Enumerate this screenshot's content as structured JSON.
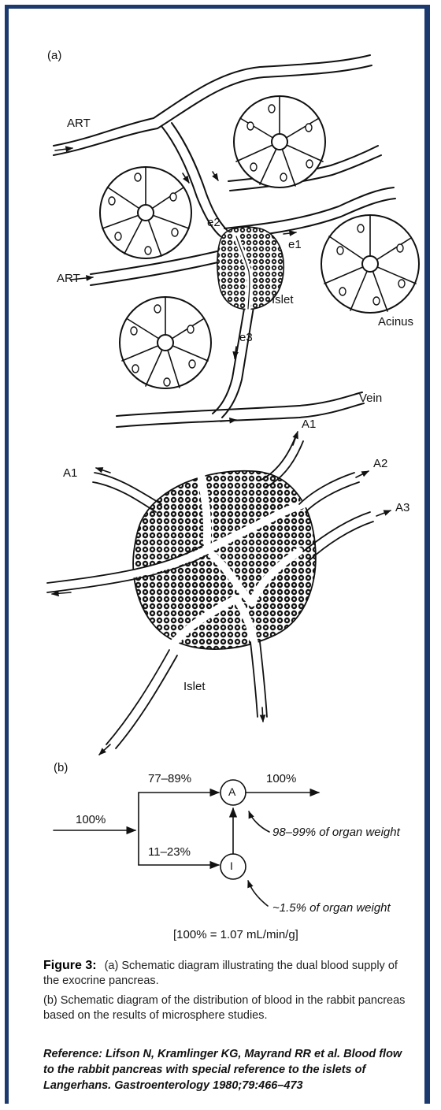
{
  "panel_a": {
    "label": "(a)",
    "upper": {
      "art_top": "ART",
      "art_mid": "ART",
      "e1": "e1",
      "e2": "e2",
      "e3": "e3",
      "islet": "Islet",
      "acinus": "Acinus",
      "vein": "Vein"
    },
    "lower": {
      "a1_left": "A1",
      "a1_top": "A1",
      "a2": "A2",
      "a3": "A3",
      "islet": "Islet"
    }
  },
  "panel_b": {
    "label": "(b)",
    "input": "100%",
    "top_branch": "77–89%",
    "bottom_branch": "11–23%",
    "node_a": "A",
    "node_i": "I",
    "output": "100%",
    "note_a": "98–99% of organ weight",
    "note_i": "~1.5% of organ weight",
    "footnote": "[100% = 1.07 mL/min/g]"
  },
  "caption": {
    "figure_label": "Figure 3:",
    "line_a": "(a) Schematic diagram illustrating the dual blood supply of the exocrine pancreas.",
    "line_b": "(b) Schematic diagram of the distribution of blood in the rabbit pancreas based on the results of microsphere studies."
  },
  "reference": "Reference: Lifson N, Kramlinger KG, Mayrand RR et al. Blood flow to the rabbit pancreas with special reference to the islets of Langerhans. Gastroenterology 1980;79:466–473",
  "colors": {
    "frame": "#1d3a6e",
    "ink": "#111111"
  }
}
